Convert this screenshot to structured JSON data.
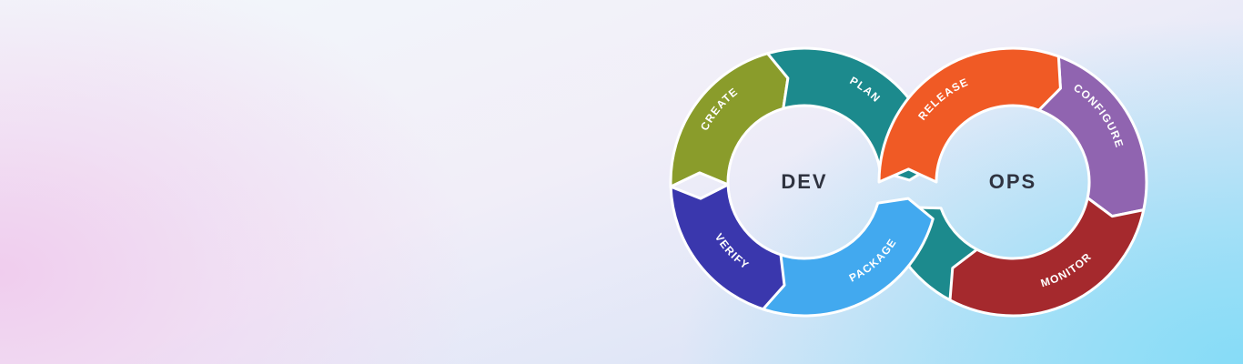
{
  "diagram": {
    "center_labels": {
      "dev": "DEV",
      "ops": "OPS"
    },
    "segments": {
      "create": {
        "label": "CREATE",
        "color": "#8a9c2b"
      },
      "plan": {
        "label": "PLAN",
        "color": "#1c8a8d"
      },
      "verify": {
        "label": "VERIFY",
        "color": "#3a37ad"
      },
      "package": {
        "label": "PACKAGE",
        "color": "#42a9ef"
      },
      "release": {
        "label": "RELEASE",
        "color": "#f05a25"
      },
      "configure": {
        "label": "CONFIGURE",
        "color": "#9064b0"
      },
      "monitor": {
        "label": "MONITOR",
        "color": "#a5292d"
      },
      "connector": {
        "color": "#1c8a8d"
      }
    }
  }
}
